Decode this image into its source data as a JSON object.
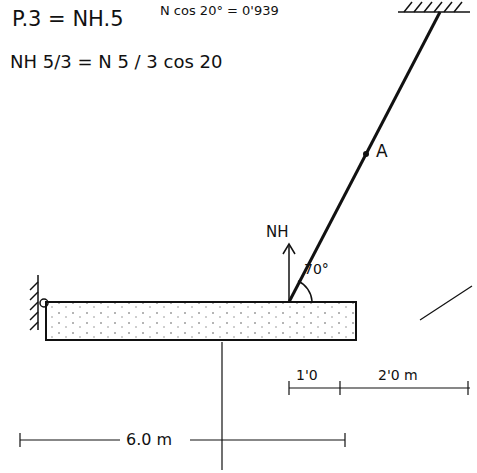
{
  "diagram": {
    "labels": [
      "P.3 = NH.5",
      "N cos 20° = 0'939",
      "NH 5/3 = N 5 / 3 cos 20",
      "NH",
      "A",
      "70°",
      "1'0",
      "2'0 m",
      "6.0 m"
    ]
  }
}
